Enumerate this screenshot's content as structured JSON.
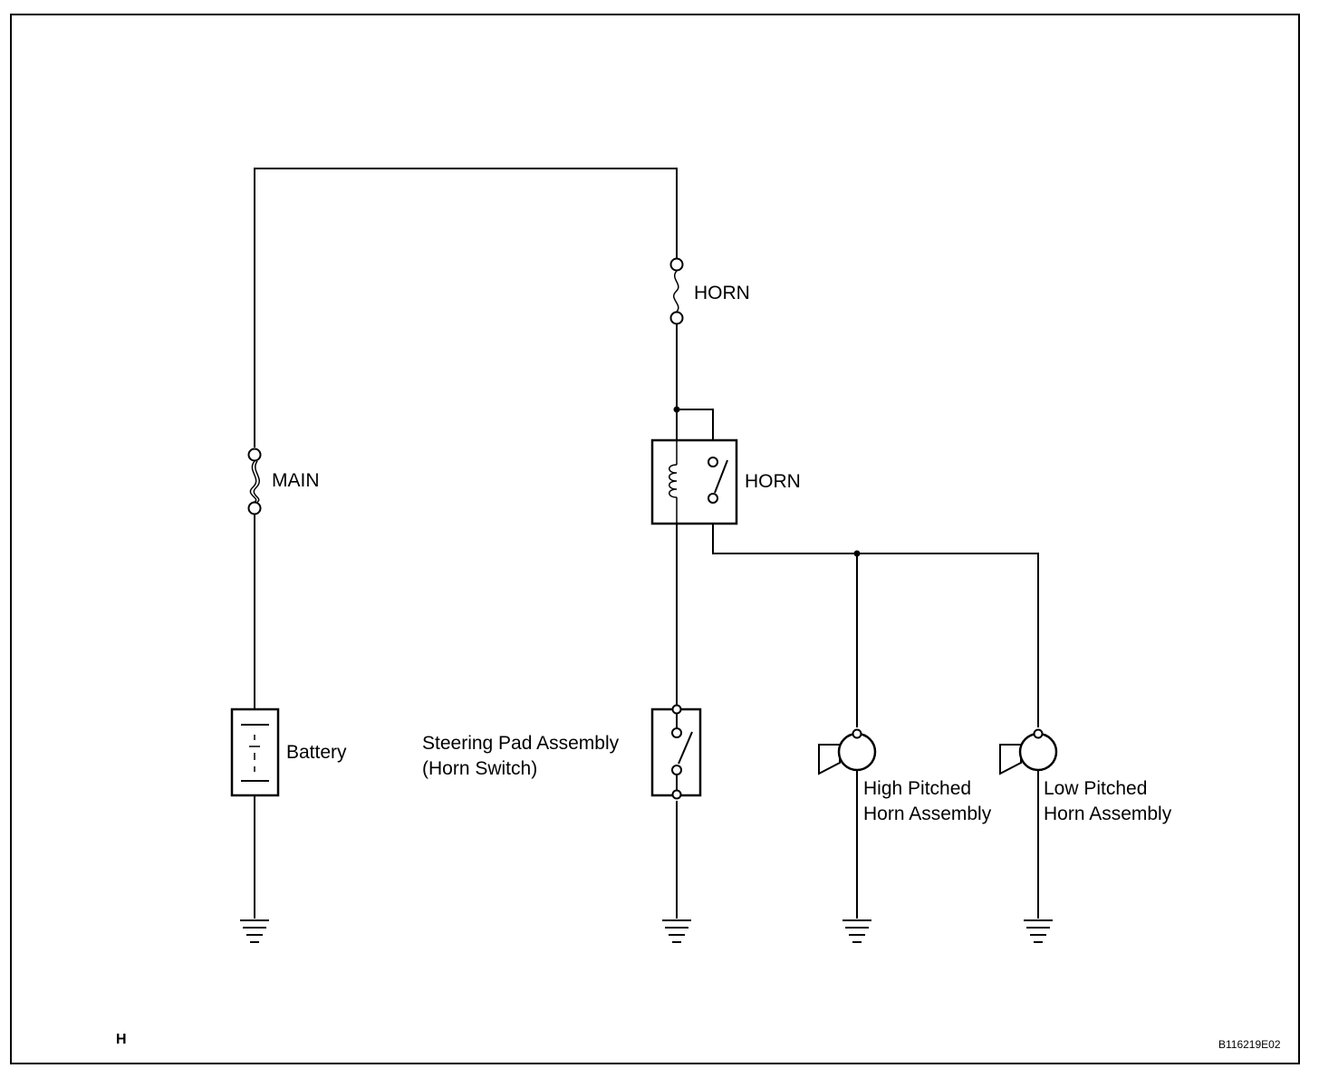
{
  "labels": {
    "main_fuse": "MAIN",
    "horn_fuse": "HORN",
    "horn_relay": "HORN",
    "battery": "Battery",
    "steering_line1": "Steering Pad Assembly",
    "steering_line2": "(Horn Switch)",
    "high_horn_line1": "High Pitched",
    "high_horn_line2": "Horn Assembly",
    "low_horn_line1": "Low Pitched",
    "low_horn_line2": "Horn Assembly"
  },
  "footer": {
    "letter": "H",
    "figure_code": "B116219E02"
  }
}
